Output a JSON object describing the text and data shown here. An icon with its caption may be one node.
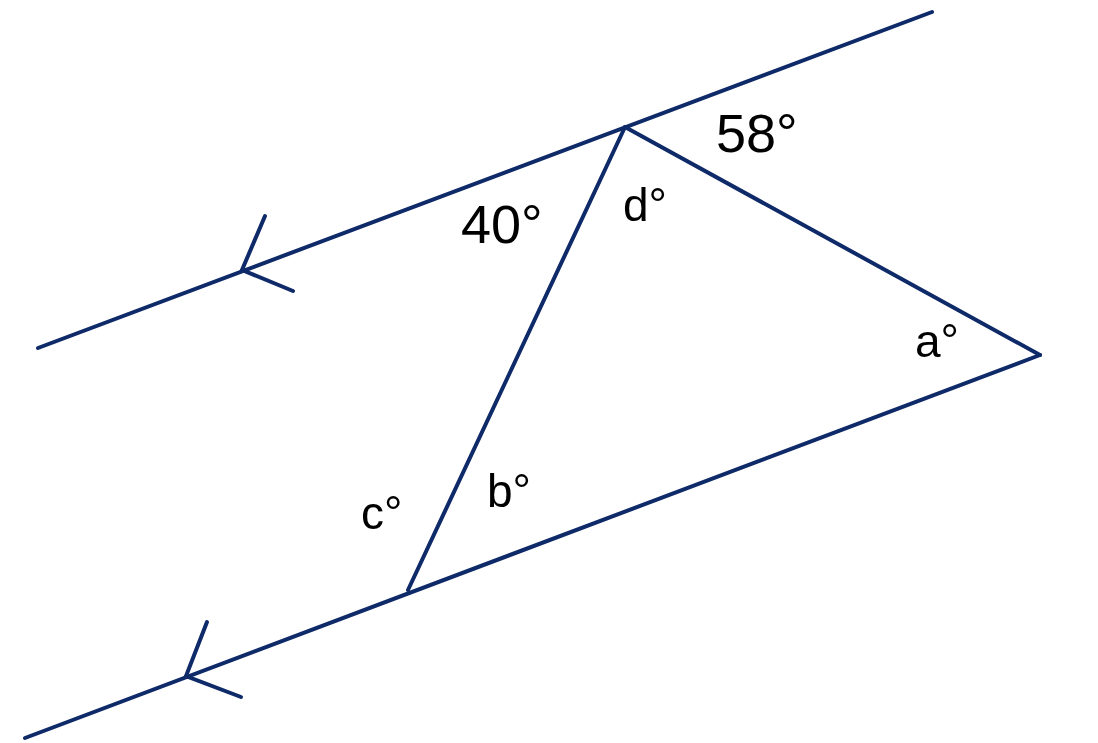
{
  "diagram": {
    "labels": [
      "58°",
      "40°",
      "d°",
      "a°",
      "c°",
      "b°"
    ]
  }
}
